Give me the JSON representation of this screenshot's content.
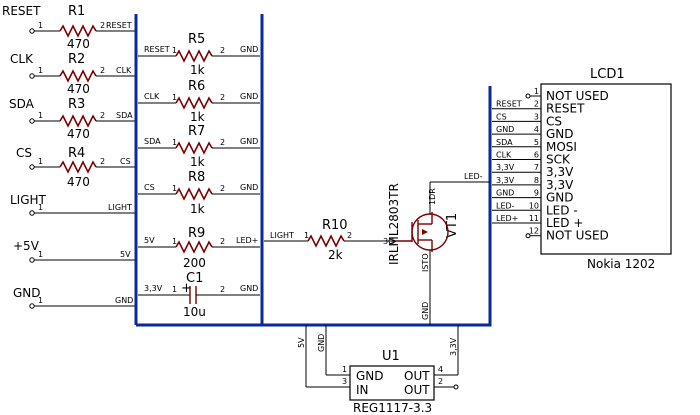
{
  "inputs": [
    {
      "label": "RESET",
      "ref": "R1",
      "value": "470",
      "net": "RESET"
    },
    {
      "label": "CLK",
      "ref": "R2",
      "value": "470",
      "net": "CLK"
    },
    {
      "label": "SDA",
      "ref": "R3",
      "value": "470",
      "net": "SDA"
    },
    {
      "label": "CS",
      "ref": "R4",
      "value": "470",
      "net": "CS"
    }
  ],
  "pins": {
    "one": "1",
    "two": "2",
    "three": "3",
    "four": "4",
    "eleven": "11",
    "twelve": "12"
  },
  "plain": [
    {
      "label": "LIGHT",
      "net": "LIGHT"
    },
    {
      "label": "+5V",
      "net": "5V"
    },
    {
      "label": "GND",
      "net": "GND"
    }
  ],
  "mid": [
    {
      "ref": "R5",
      "value": "1k",
      "left": "RESET",
      "right": "GND"
    },
    {
      "ref": "R6",
      "value": "1k",
      "left": "CLK",
      "right": "GND"
    },
    {
      "ref": "R7",
      "value": "1k",
      "left": "SDA",
      "right": "GND"
    },
    {
      "ref": "R8",
      "value": "1k",
      "left": "CS",
      "right": "GND"
    },
    {
      "ref": "R9",
      "value": "200",
      "left": "5V",
      "right": "LED+"
    }
  ],
  "cap": {
    "ref": "C1",
    "value": "10u",
    "left": "3,3V",
    "right": "GND",
    "plus": "+"
  },
  "r10": {
    "ref": "R10",
    "value": "2k",
    "net": "LIGHT"
  },
  "transistor": {
    "ref": "VT1",
    "part": "IRLML2803TR",
    "gate": "3G",
    "drain": "1DR",
    "source": "ISTO",
    "net_drain": "LED-",
    "net_gnd": "GND"
  },
  "lcd": {
    "ref": "LCD1",
    "model": "Nokia 1202",
    "pins": [
      {
        "n": "1",
        "name": "NOT USED",
        "net": ""
      },
      {
        "n": "2",
        "name": "RESET",
        "net": "RESET"
      },
      {
        "n": "3",
        "name": "CS",
        "net": "CS"
      },
      {
        "n": "4",
        "name": "GND",
        "net": "GND"
      },
      {
        "n": "5",
        "name": "MOSI",
        "net": "SDA"
      },
      {
        "n": "6",
        "name": "SCK",
        "net": "CLK"
      },
      {
        "n": "7",
        "name": "3,3V",
        "net": "3,3V"
      },
      {
        "n": "8",
        "name": "3,3V",
        "net": "3,3V"
      },
      {
        "n": "9",
        "name": "GND",
        "net": "GND"
      },
      {
        "n": "10",
        "name": "LED -",
        "net": "LED-"
      },
      {
        "n": "11",
        "name": "LED +",
        "net": "LED+"
      },
      {
        "n": "12",
        "name": "NOT USED",
        "net": ""
      }
    ]
  },
  "reg": {
    "ref": "U1",
    "part": "REG1117-3.3",
    "gnd": "GND",
    "in": "IN",
    "out1": "OUT",
    "out2": "OUT",
    "net_in": "5V",
    "net_gnd": "GND",
    "net_out": "3,3V"
  }
}
